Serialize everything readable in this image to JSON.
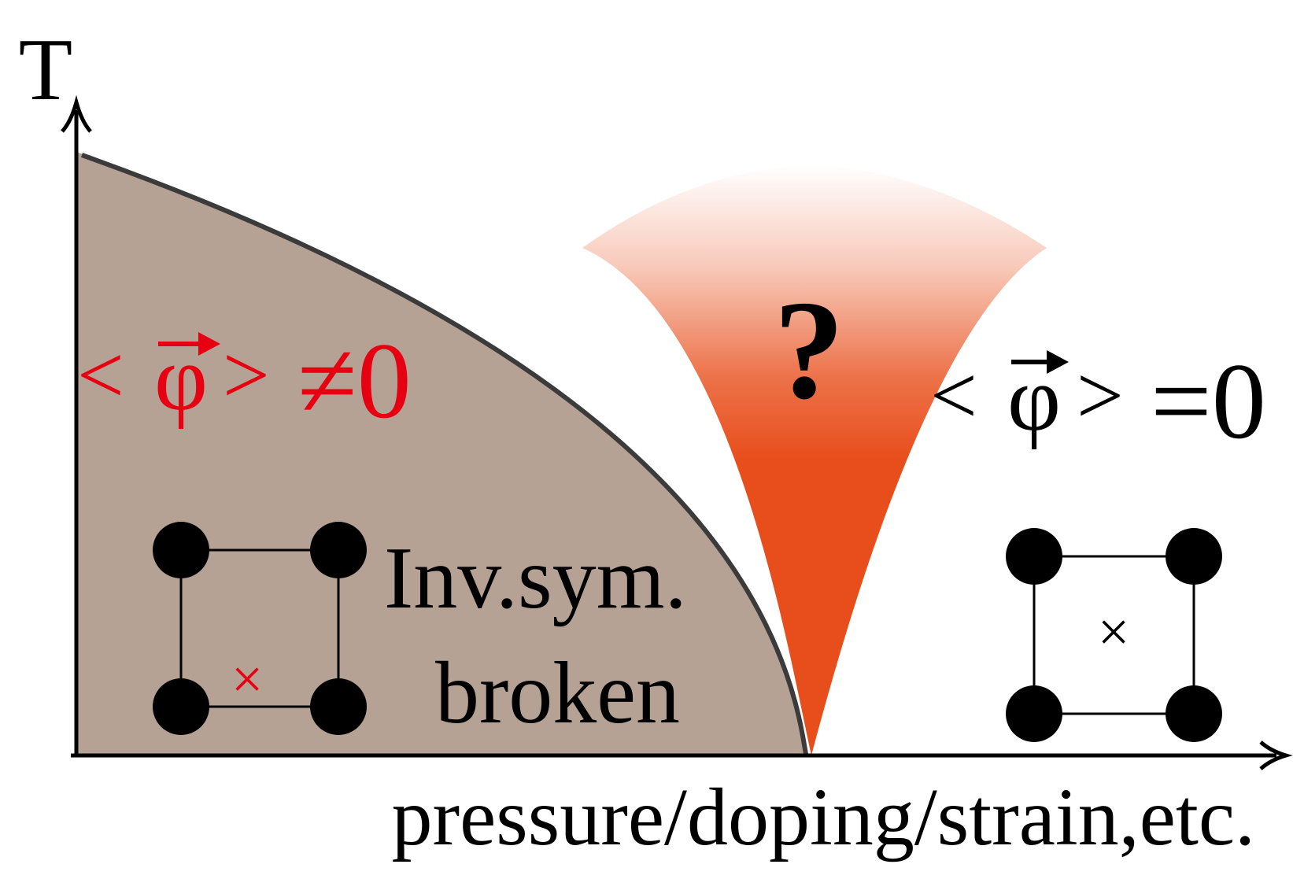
{
  "axes": {
    "y_label": "T",
    "x_label": "pressure/doping/strain,etc."
  },
  "ordered_phase": {
    "order_parameter": {
      "open": "<",
      "symbol": "φ",
      "close": ">",
      "relation": "≠0"
    },
    "label_line1": "Inv.sym.",
    "label_line2": "broken",
    "center_marker": "×",
    "fill_color": "#b5a294",
    "text_color": "#e60012"
  },
  "critical_region": {
    "label": "?",
    "color": "#e84e1b"
  },
  "disordered_phase": {
    "order_parameter": {
      "open": "<",
      "symbol": "φ",
      "close": ">",
      "relation": "=0"
    },
    "center_marker": "×",
    "text_color": "#000000"
  }
}
